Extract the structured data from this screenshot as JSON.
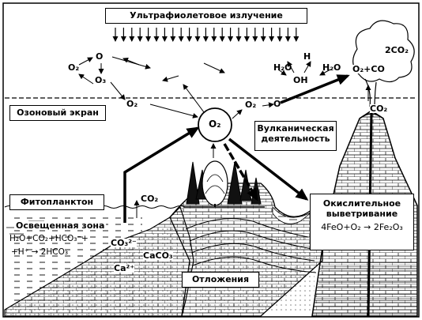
{
  "title_banner": "Ультрафиолетовое излучение",
  "zone_labels": {
    "ozone_screen": "Озоновый экран",
    "volcanic_activity_line1": "Вулканическая",
    "volcanic_activity_line2": "деятельность",
    "phytoplankton": "Фитопланктон",
    "oxidative_weathering_line1": "Окислительное",
    "oxidative_weathering_line2": "выветривание",
    "oxidation_equation": "4FeO+O₂ → 2Fe₂O₃",
    "deposits": "Отложения",
    "lit_zone": "Освещенная зона"
  },
  "ozone_cycle": {
    "o2_left": "O₂",
    "o": "O",
    "o3": "O₃",
    "o2_mid": "O₂",
    "o2_center": "O₂",
    "o2_right": "O₂",
    "o_right": "O"
  },
  "water_photolysis": {
    "h": "H",
    "h2o_left": "H₂O",
    "h2o_right": "H₂O",
    "oh": "OH"
  },
  "volcano_gases": {
    "co2_top": "2CO₂",
    "o2_co": "O₂+CO",
    "co2_low": "CO₂"
  },
  "ocean_chemistry": {
    "co2_atm": "CO₂",
    "eq1_line1": "H₂O+CO₂+HCO₃⁻+",
    "eq1_line2": "+H⁺ → 2HCO₃",
    "carbonate": "CO₃²⁻",
    "calcium": "Ca²⁺",
    "caco3": "CaCO₃"
  }
}
